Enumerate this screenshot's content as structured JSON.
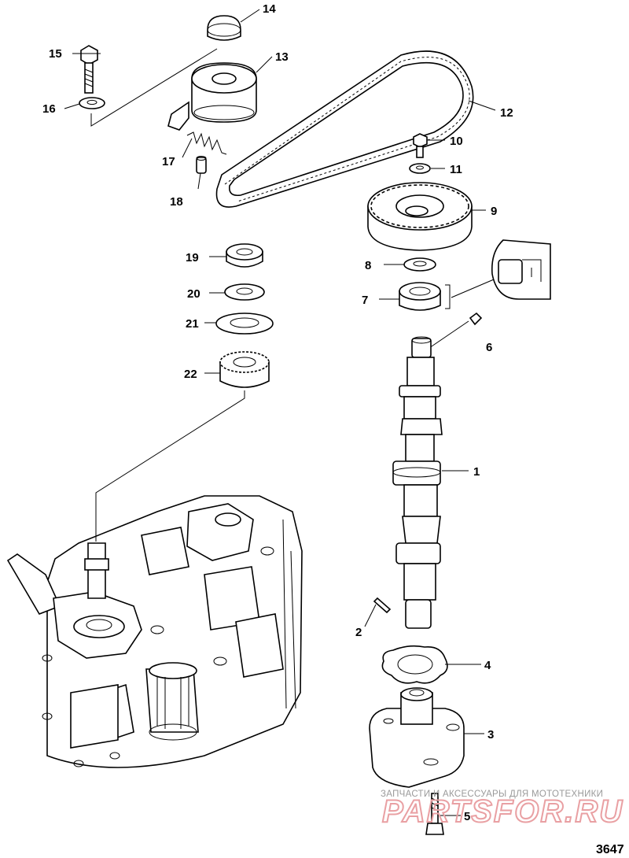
{
  "callouts": {
    "c1": "1",
    "c2": "2",
    "c3": "3",
    "c4": "4",
    "c5": "5",
    "c6": "6",
    "c7": "7",
    "c8": "8",
    "c9": "9",
    "c10": "10",
    "c11": "11",
    "c12": "12",
    "c13": "13",
    "c14": "14",
    "c15": "15",
    "c16": "16",
    "c17": "17",
    "c18": "18",
    "c19": "19",
    "c20": "20",
    "c21": "21",
    "c22": "22"
  },
  "watermark": {
    "tagline": "ЗАПЧАСТИ И АКСЕССУАРЫ ДЛЯ МОТОТЕХНИКИ",
    "logo": "PARTSFOR.RU"
  },
  "figure_number": "3647"
}
